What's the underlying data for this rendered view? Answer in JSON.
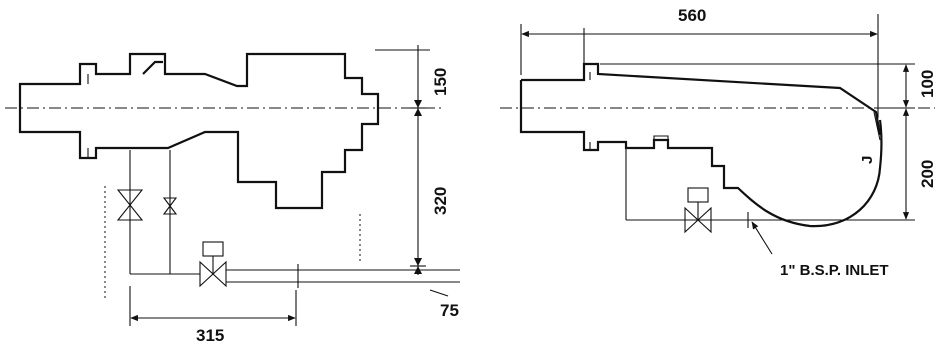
{
  "left_view": {
    "dim_height_upper": "150",
    "dim_height_lower": "320",
    "dim_width": "315",
    "dim_pipe": "75"
  },
  "right_view": {
    "dim_length": "560",
    "dim_height_upper": "100",
    "dim_height_lower": "200",
    "inlet_label": "1\" B.S.P. INLET",
    "scroll_mark": "J"
  }
}
